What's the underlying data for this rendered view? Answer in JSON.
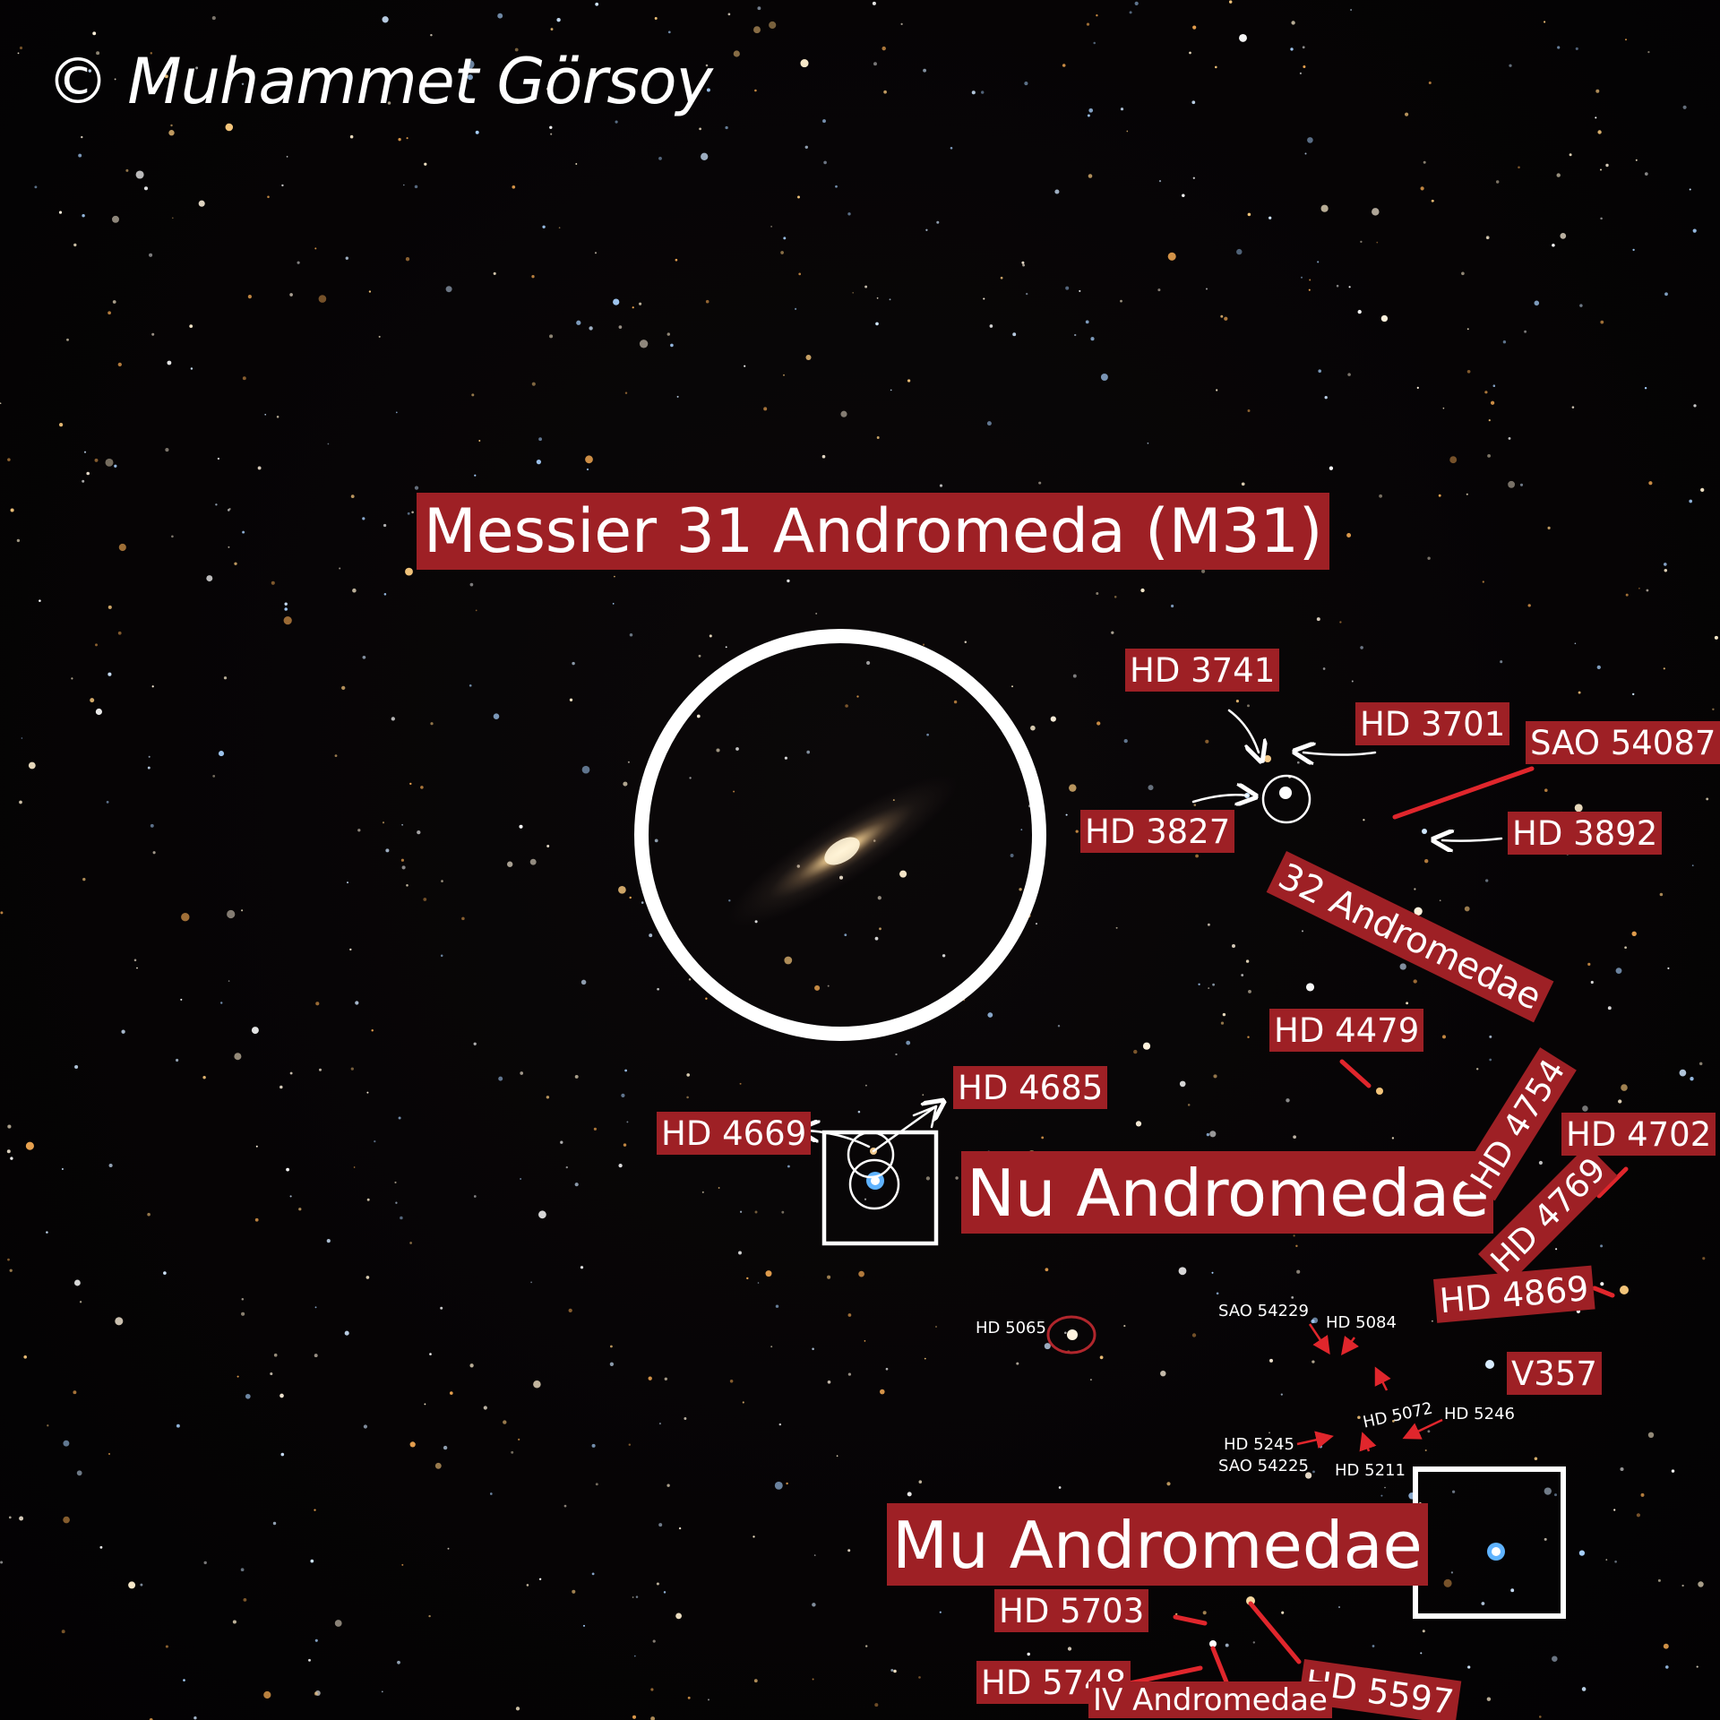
{
  "credit": "© Muhammet Görsoy",
  "labels": {
    "m31": "Messier 31 Andromeda (M31)",
    "hd3741": "HD 3741",
    "hd3701": "HD 3701",
    "sao54087": "SAO 54087",
    "hd3827": "HD 3827",
    "hd3892": "HD 3892",
    "and32": "32 Andromedae",
    "hd4479": "HD 4479",
    "hd4685": "HD 4685",
    "hd4669": "HD 4669",
    "hd4754": "HD 4754",
    "hd4702": "HD 4702",
    "nu": "Nu Andromedae",
    "hd4769": "HD 4769",
    "hd4869": "HD 4869",
    "hd5065": "HD 5065",
    "sao54229": "SAO 54229",
    "hd5084": "HD 5084",
    "v357": "V357",
    "hd5072": "HD 5072",
    "hd5246": "HD 5246",
    "hd5245": "HD 5245",
    "sao54225": "SAO 54225",
    "hd5211": "HD 5211",
    "mu": "Mu Andromedae",
    "hd5703": "HD 5703",
    "hd5748": "HD 5748",
    "hd5597": "HD 5597",
    "iv": "IV Andromedae"
  },
  "colors": {
    "label_bg": "#9e2025",
    "marker": "#ffffff",
    "pointer_red": "#e0262c"
  }
}
